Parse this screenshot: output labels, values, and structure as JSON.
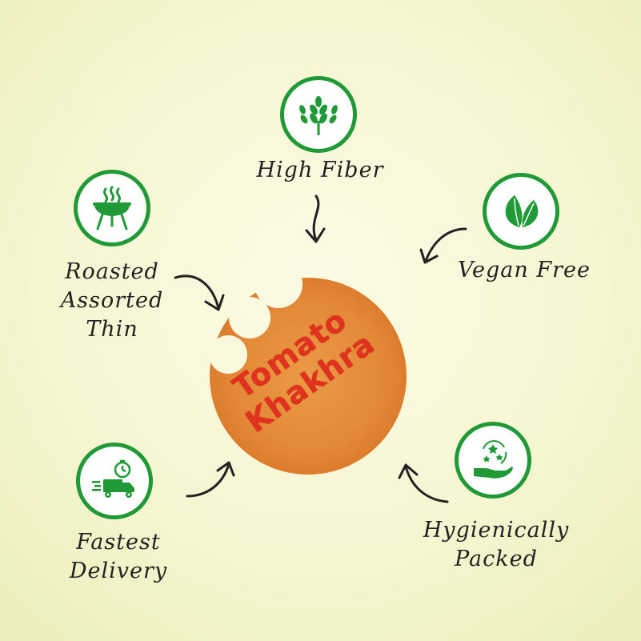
{
  "product": {
    "line1": "Tomato",
    "line2": "Khakhra"
  },
  "features": {
    "high_fiber": {
      "label": "High Fiber",
      "icon": "wheat-icon"
    },
    "roasted": {
      "label_lines": [
        "Roasted",
        "Assorted",
        "Thin"
      ],
      "icon": "grill-icon"
    },
    "vegan": {
      "label": "Vegan Free",
      "icon": "leaves-icon"
    },
    "delivery": {
      "label_lines": [
        "Fastest",
        "Delivery"
      ],
      "icon": "delivery-truck-icon"
    },
    "hygiene": {
      "label_lines": [
        "Hygienically",
        "Packed"
      ],
      "icon": "hand-sparkle-icon"
    }
  },
  "colors": {
    "badge_green": "#1f9a36",
    "cookie_orange": "#e38a38",
    "text_red": "#e0321f"
  }
}
